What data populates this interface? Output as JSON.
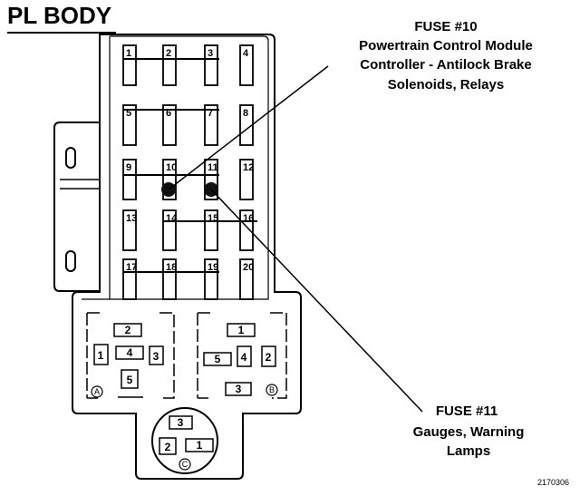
{
  "title": "PL BODY",
  "callout_top": {
    "line1": "FUSE #10",
    "line2": "Powertrain Control Module",
    "line3": "Controller - Antilock Brake",
    "line4": "Solenoids, Relays"
  },
  "callout_bottom": {
    "line1": "FUSE #11",
    "line2": "Gauges, Warning",
    "line3": "Lamps"
  },
  "fuses": [
    "1",
    "2",
    "3",
    "4",
    "5",
    "6",
    "7",
    "8",
    "9",
    "10",
    "11",
    "12",
    "13",
    "14",
    "15",
    "16",
    "17",
    "18",
    "19",
    "20"
  ],
  "relay_block_a": {
    "letter": "A",
    "relays": [
      "2",
      "1",
      "4",
      "3",
      "5"
    ]
  },
  "relay_block_b": {
    "letter": "B",
    "relays": [
      "1",
      "5",
      "4",
      "2",
      "3"
    ]
  },
  "relay_block_c": {
    "letter": "C",
    "relays": [
      "3",
      "2",
      "1"
    ]
  },
  "figure_id": "2170306"
}
